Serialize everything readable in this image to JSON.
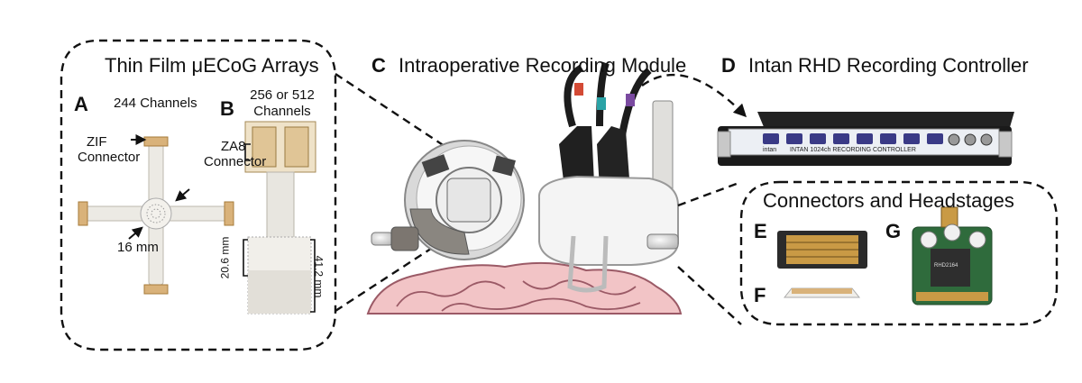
{
  "sections": {
    "thin_film": {
      "title": "Thin Film μECoG Arrays"
    },
    "module": {
      "letter": "C",
      "title": "Intraoperative Recording Module"
    },
    "controller": {
      "letter": "D",
      "title": "Intan RHD Recording Controller",
      "device_label": "INTAN 1024ch RECORDING CONTROLLER",
      "brand": "intan"
    },
    "connectors": {
      "title": "Connectors and Headstages"
    }
  },
  "panel_a": {
    "letter": "A",
    "channels": "244 Channels",
    "zif_line1": "ZIF",
    "zif_line2": "Connector",
    "dimension": "16 mm"
  },
  "panel_b": {
    "letter": "B",
    "channels_line1": "256 or 512",
    "channels_line2": "Channels",
    "za8_line1": "ZA8",
    "za8_line2": "Connector",
    "dim_short": "20.6 mm",
    "dim_long": "41.2 mm"
  },
  "panel_e": {
    "letter": "E"
  },
  "panel_f": {
    "letter": "F"
  },
  "panel_g": {
    "letter": "G",
    "chip_text": "RHD2164"
  },
  "colors": {
    "brain": "#f2c4c6",
    "brain_line": "#9b5a66",
    "pcb_green": "#2f6b3c",
    "gold": "#c99a45"
  }
}
